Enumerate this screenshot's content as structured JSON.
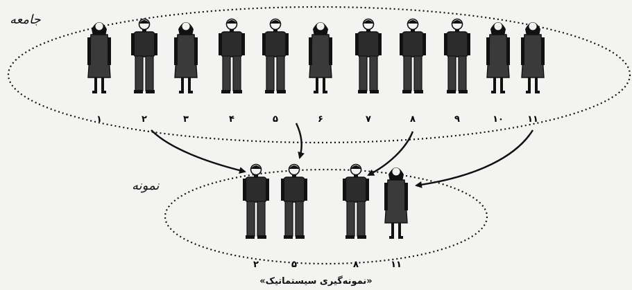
{
  "labels": {
    "population": "جامعه",
    "sample": "نمونه",
    "caption": "«نمونه‌گیری سیستماتیک»"
  },
  "population": {
    "numbers": [
      "۱",
      "۲",
      "۳",
      "۴",
      "۵",
      "۶",
      "۷",
      "۸",
      "۹",
      "۱۰",
      "۱۱"
    ],
    "genders": [
      "f",
      "m",
      "f",
      "m",
      "m",
      "f",
      "m",
      "m",
      "m",
      "f",
      "f"
    ]
  },
  "sample": {
    "numbers": [
      "۲",
      "۵",
      "۸",
      "۱۱"
    ],
    "genders": [
      "m",
      "m",
      "m",
      "f"
    ]
  },
  "colors": {
    "ink": "#111111",
    "background": "#f3f3f1"
  }
}
